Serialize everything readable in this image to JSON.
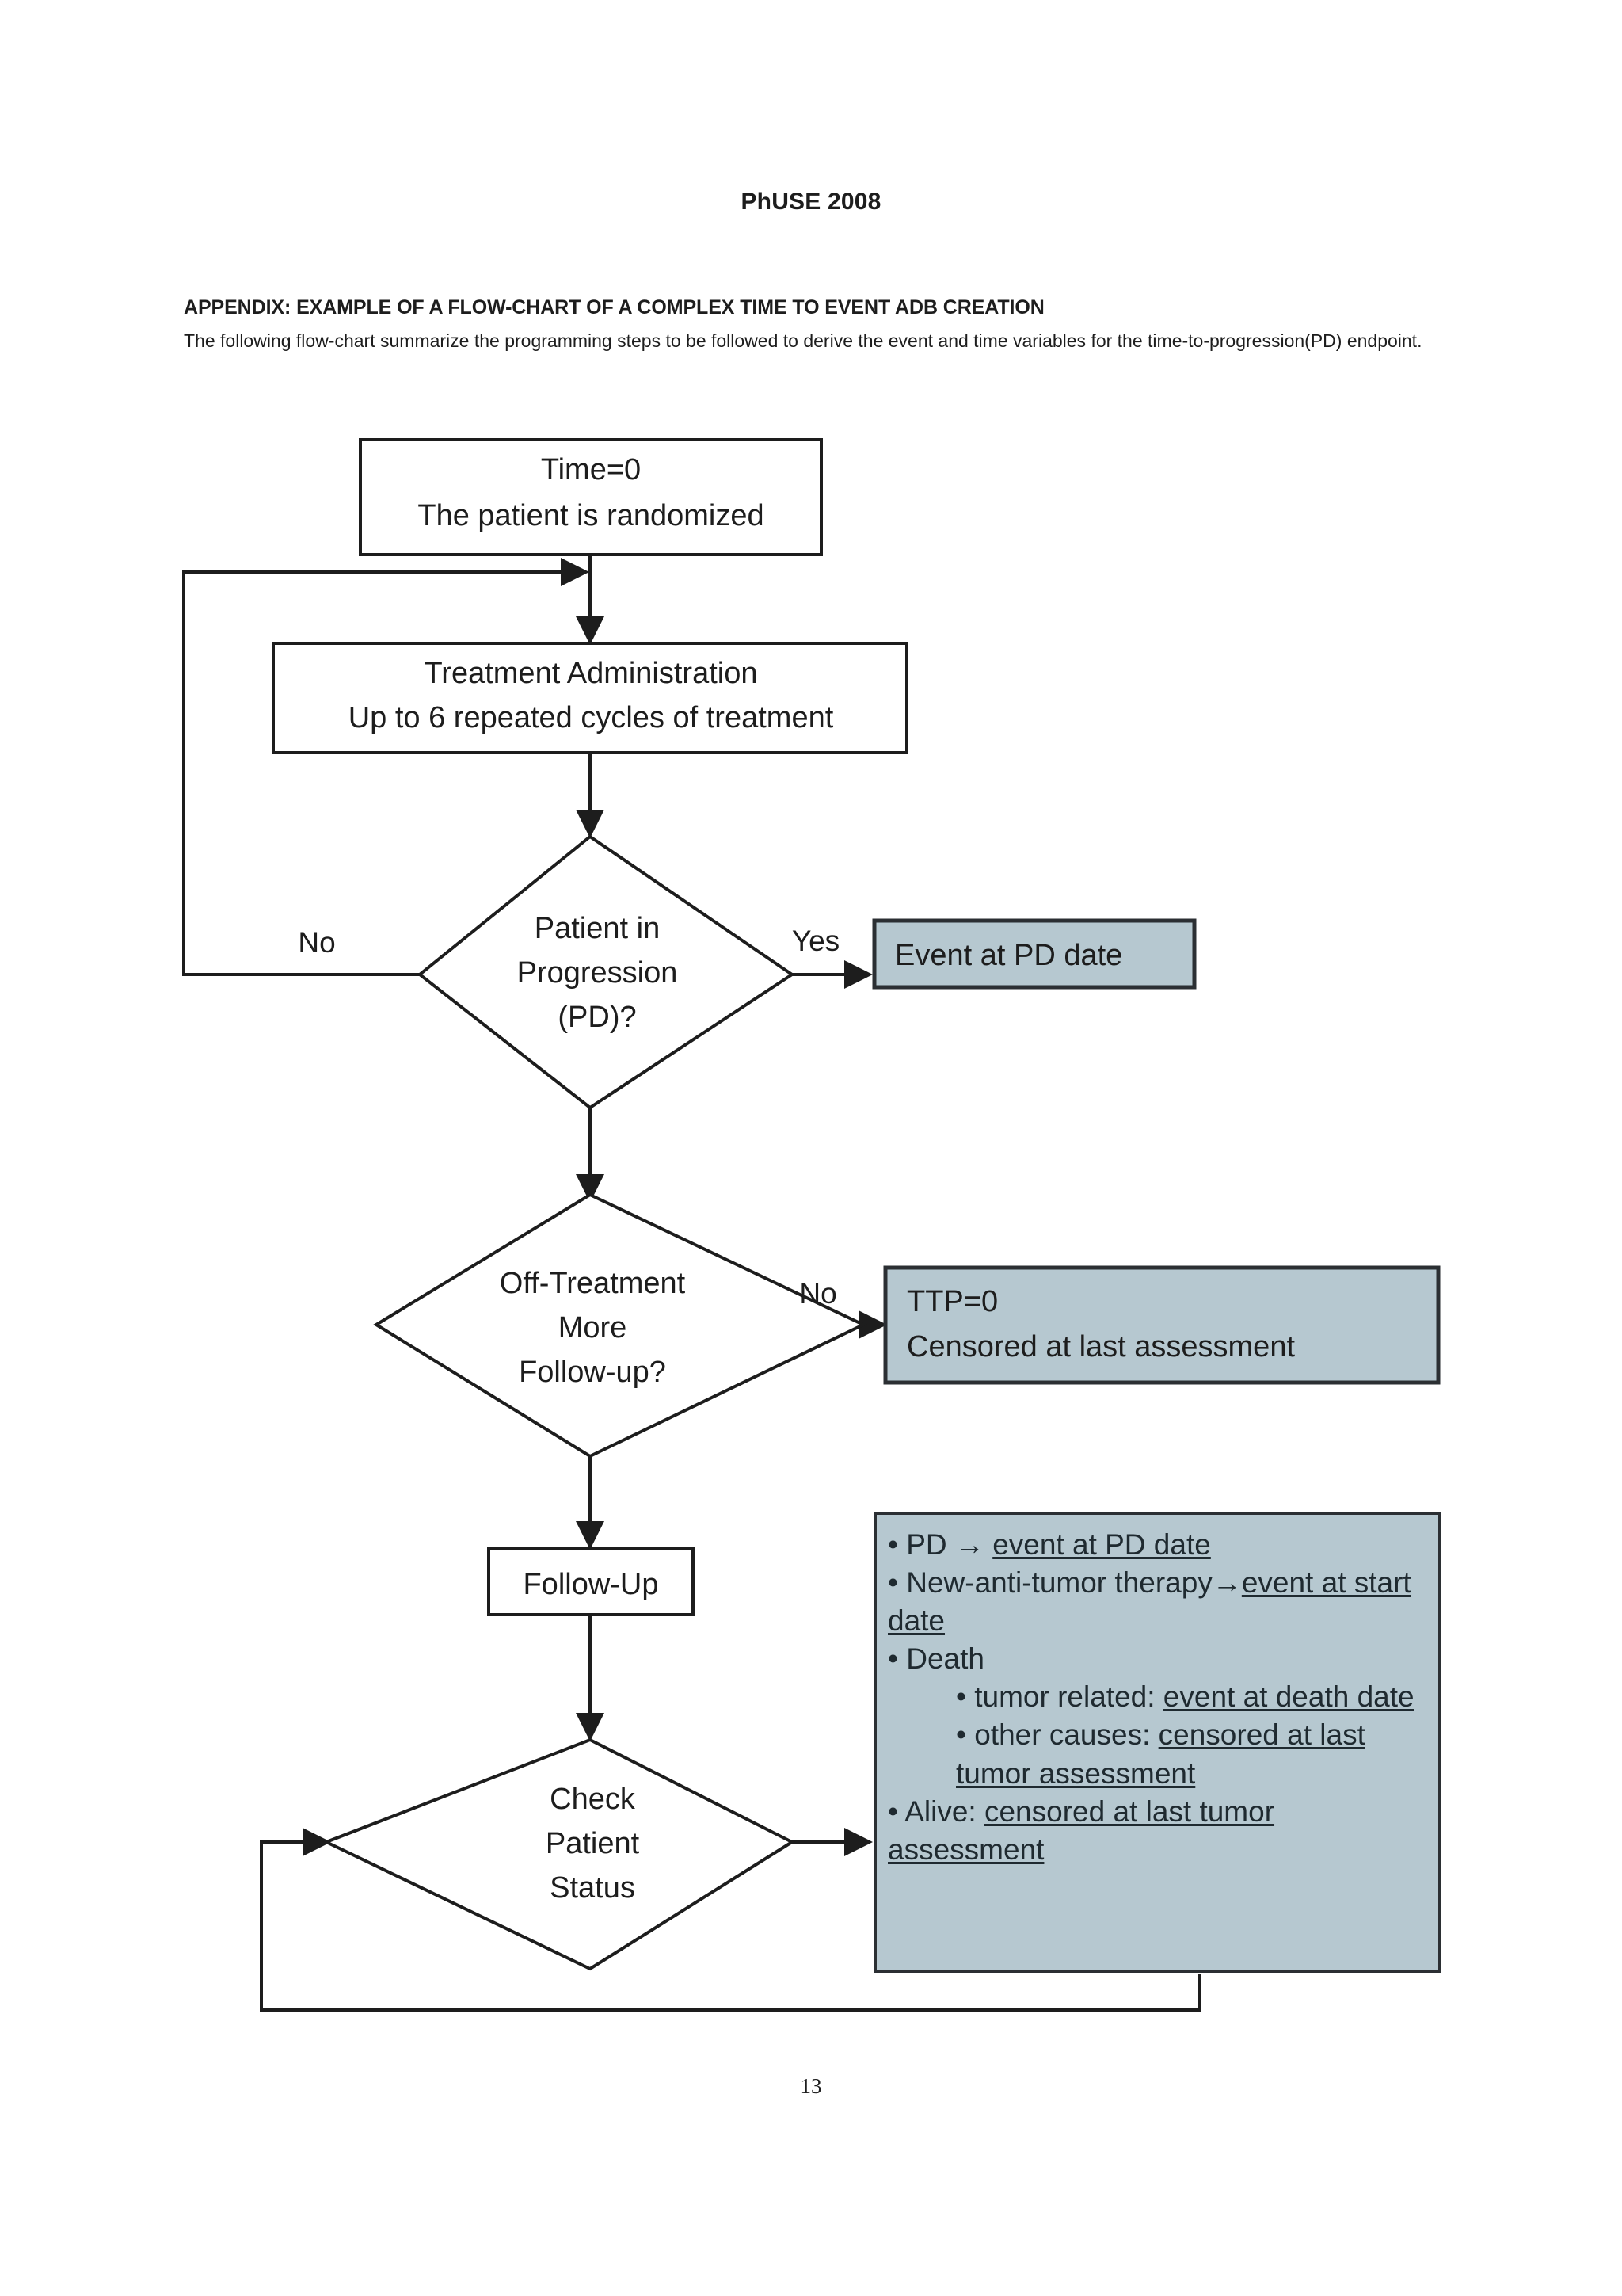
{
  "document": {
    "title": "PhUSE 2008",
    "page_number": "13",
    "appendix_heading": "APPENDIX: EXAMPLE OF A FLOW-CHART OF A COMPLEX TIME TO EVENT ADB CREATION",
    "appendix_intro": "The following flow-chart summarize the programming steps to be followed to derive the event and time variables for the time-to-progression(PD) endpoint."
  },
  "colors": {
    "panel_fill": "#b6c8d0",
    "panel_border": "#2b2f33",
    "stroke": "#1d1d1d",
    "text": "#1d1d1d",
    "page_background": "#ffffff"
  },
  "flowchart": {
    "nodes": {
      "start": {
        "shape": "rect",
        "line1": "Time=0",
        "line2": "The patient is randomized"
      },
      "treatment": {
        "shape": "rect",
        "line1": "Treatment Administration",
        "line2": "Up to 6 repeated cycles of treatment"
      },
      "progression_decision": {
        "shape": "diamond",
        "line1": "Patient in",
        "line2": "Progression",
        "line3": "(PD)?"
      },
      "event_pd": {
        "shape": "rect-filled",
        "line1": "Event at PD date"
      },
      "offtreatment_decision": {
        "shape": "diamond",
        "line1": "Off-Treatment",
        "line2": "More",
        "line3": "Follow-up?"
      },
      "ttp_zero": {
        "shape": "rect-filled",
        "line1": "TTP=0",
        "line2": "Censored at last assessment"
      },
      "follow_up": {
        "shape": "rect",
        "line1": "Follow-Up"
      },
      "check_status_decision": {
        "shape": "diamond",
        "line1": "Check",
        "line2": "Patient",
        "line3": "Status"
      }
    },
    "edge_labels": {
      "progression_no": "No",
      "progression_yes": "Yes",
      "offtreatment_no": "No"
    },
    "outcome_panel": {
      "shape": "rect-filled",
      "items": [
        {
          "level": 1,
          "bullet": "•",
          "segments": [
            {
              "text": "PD ",
              "underline": false
            },
            {
              "text": "→",
              "underline": false
            },
            {
              "text": " ",
              "underline": false
            },
            {
              "text": "event at PD date",
              "underline": true
            }
          ]
        },
        {
          "level": 1,
          "bullet": "•",
          "segments": [
            {
              "text": "New-anti-tumor therapy",
              "underline": false
            },
            {
              "text": "→",
              "underline": false
            },
            {
              "text": "event at start date",
              "underline": true
            }
          ]
        },
        {
          "level": 1,
          "bullet": "•",
          "segments": [
            {
              "text": "Death",
              "underline": false
            }
          ]
        },
        {
          "level": 2,
          "bullet": "•",
          "segments": [
            {
              "text": "tumor related: ",
              "underline": false
            },
            {
              "text": "event at death date",
              "underline": true
            }
          ]
        },
        {
          "level": 2,
          "bullet": "•",
          "segments": [
            {
              "text": "other causes: ",
              "underline": false
            },
            {
              "text": "censored at last tumor assessment",
              "underline": true
            }
          ]
        },
        {
          "level": 1,
          "bullet": "•",
          "segments": [
            {
              "text": "Alive: ",
              "underline": false
            },
            {
              "text": "censored at last tumor assessment",
              "underline": true
            }
          ]
        }
      ]
    }
  }
}
